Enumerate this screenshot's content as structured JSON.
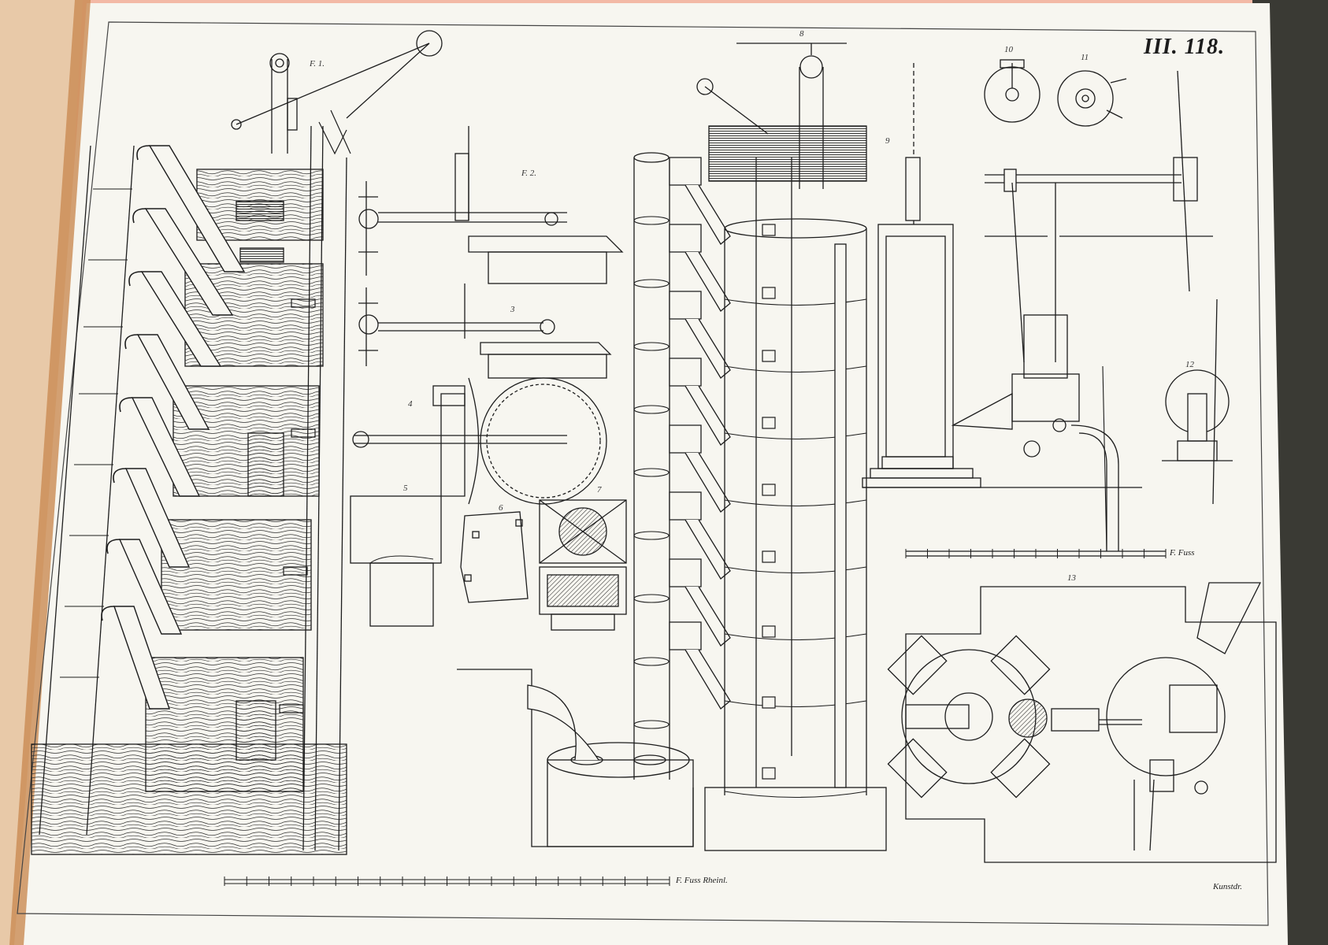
{
  "plate": {
    "number": "III. 118.",
    "figure_labels": {
      "fig1": "F. 1.",
      "fig2": "F. 2.",
      "fig3": "3",
      "fig4": "4",
      "fig5": "5",
      "fig6": "6",
      "fig7": "7",
      "fig8": "8",
      "fig9": "9",
      "fig10": "10",
      "fig11": "11",
      "fig12": "12",
      "fig13": "13"
    },
    "bottom_scale_unit": "F. Fuss Rheinl.",
    "right_scale_unit": "F. Fuss",
    "engraver": "Kunstdr."
  },
  "colors": {
    "page": "#f7f6f0",
    "ink": "#1d1d1d",
    "binding_board": "#3a3a34",
    "background": "#f3b9a6"
  }
}
